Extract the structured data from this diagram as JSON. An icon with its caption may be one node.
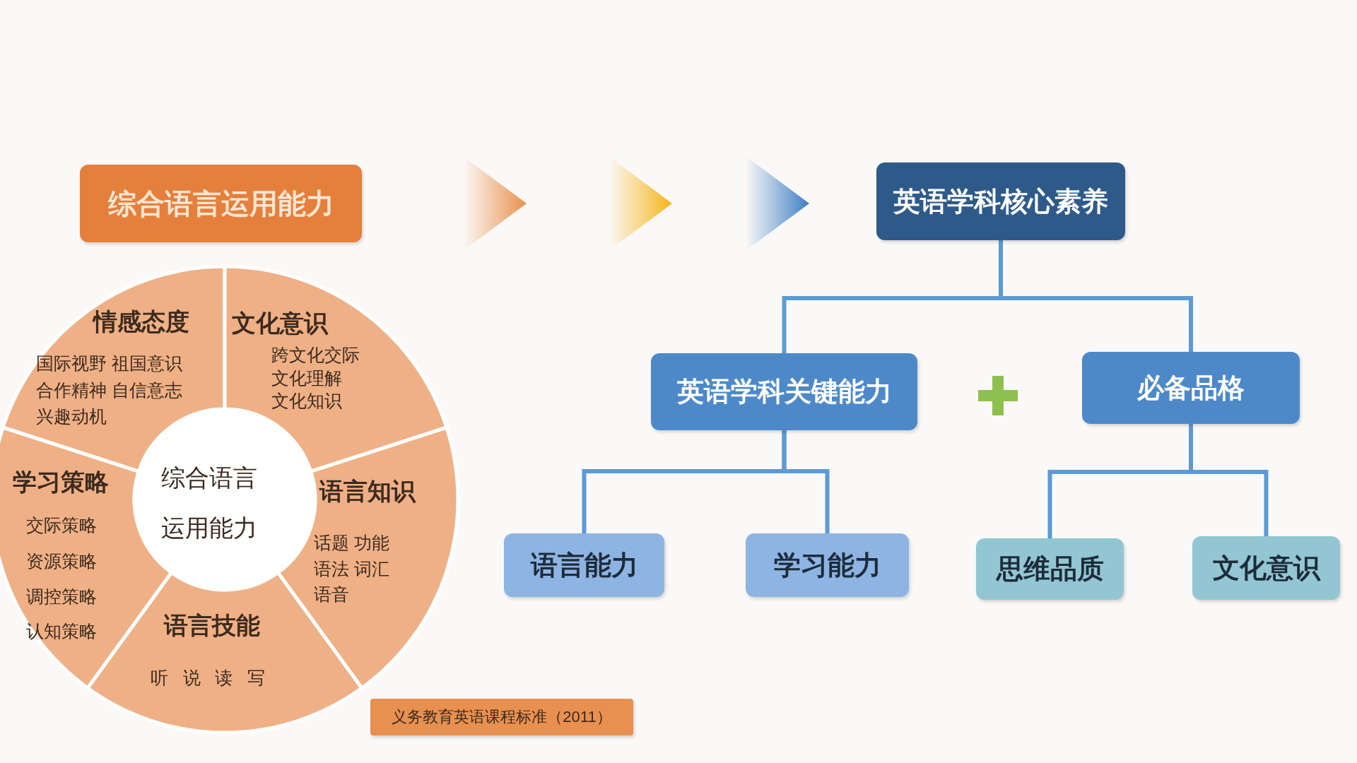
{
  "diagram": {
    "nodes": [
      {
        "text": [
          "综合语言运用能力"
        ]
      },
      {
        "text": [
          "情感态度",
          "国际视野 祖国意识",
          "合作精神 自信意志",
          "兴趣动机"
        ]
      },
      {
        "text": [
          "文化意识",
          "跨文化交际",
          "文化理解",
          "文化知识"
        ]
      },
      {
        "text": [
          "学习策略",
          "交际策略",
          "资源策略",
          "调控策略",
          "认知策略"
        ]
      },
      {
        "text": [
          "综合语言",
          "运用能力"
        ]
      },
      {
        "text": [
          "语言知识",
          "话题 功能",
          "语法 词汇",
          "语音"
        ]
      },
      {
        "text": [
          "语言技能",
          "听 说 读 写"
        ]
      },
      {
        "text": [
          "英语学科核心素养"
        ]
      },
      {
        "text": [
          "英语学科关键能力"
        ]
      },
      {
        "text": [
          "必备品格"
        ]
      },
      {
        "text": [
          "语言能力"
        ]
      },
      {
        "text": [
          "学习能力"
        ]
      },
      {
        "text": [
          "思维品质"
        ]
      },
      {
        "text": [
          "文化意识"
        ]
      },
      {
        "text": [
          "义务教育英语课程标准（2011）"
        ]
      }
    ],
    "edges": [
      {
        "from": 0,
        "to": 7,
        "arrow": "to"
      },
      {
        "from": 7,
        "to": 8,
        "arrow": "none"
      },
      {
        "from": 7,
        "to": 9,
        "arrow": "none"
      },
      {
        "from": 8,
        "to": 10,
        "arrow": "none"
      },
      {
        "from": 8,
        "to": 11,
        "arrow": "none"
      },
      {
        "from": 9,
        "to": 12,
        "arrow": "none"
      },
      {
        "from": 9,
        "to": 13,
        "arrow": "none"
      }
    ]
  }
}
